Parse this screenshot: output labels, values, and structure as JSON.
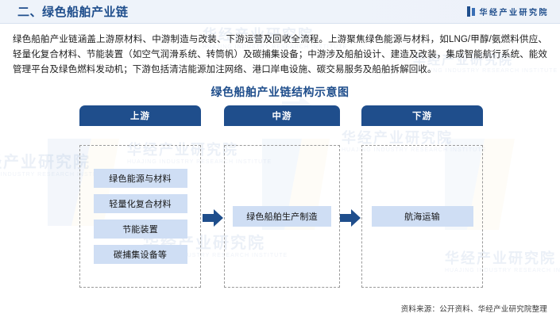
{
  "header": {
    "title": "二、绿色船舶产业链",
    "brand_name": "华经产业研究院",
    "brand_icon": "book-mark-icon",
    "accent_color": "#1f4e8c",
    "background_color": "#eef3fa"
  },
  "intro": {
    "paragraph": "绿色船舶产业链涵盖上游原材料、中游制造与改装、下游运营及回收全流程。上游聚焦绿色能源与材料，如LNG/甲醇/氨燃料供应、轻量化复合材料、节能装置（如空气润滑系统、转筒帆）及碳捕集设备；中游涉及船舶设计、建造及改装，集成智能航行系统、能效管理平台及绿色燃料发动机；下游包括清洁能源加注网络、港口岸电设施、碳交易服务及船舶拆解回收。"
  },
  "chart_data": {
    "type": "diagram",
    "title": "绿色船舶产业链结构示意图",
    "node_fill": "#cfdef4",
    "header_fill": "#1f4e8c",
    "arrow_color": "#1f4e8c",
    "border_style": "dashed",
    "columns": [
      {
        "label": "上游",
        "nodes": [
          "绿色能源与材料",
          "轻量化复合材料",
          "节能装置",
          "碳捕集设备等"
        ]
      },
      {
        "label": "中游",
        "nodes": [
          "绿色船舶生产制造"
        ]
      },
      {
        "label": "下游",
        "nodes": [
          "航海运输"
        ]
      }
    ],
    "arrows": [
      {
        "from": "上游",
        "to": "中游",
        "glyph": "right-arrow-icon"
      },
      {
        "from": "中游",
        "to": "下游",
        "glyph": "right-arrow-icon"
      }
    ]
  },
  "footer": {
    "source": "资料来源：公开资料、华经产业研究院整理"
  },
  "watermark": {
    "text": "华经产业研究院",
    "subtext": "HUAJING INDUSTRY RESEARCH INSTITUTE"
  }
}
